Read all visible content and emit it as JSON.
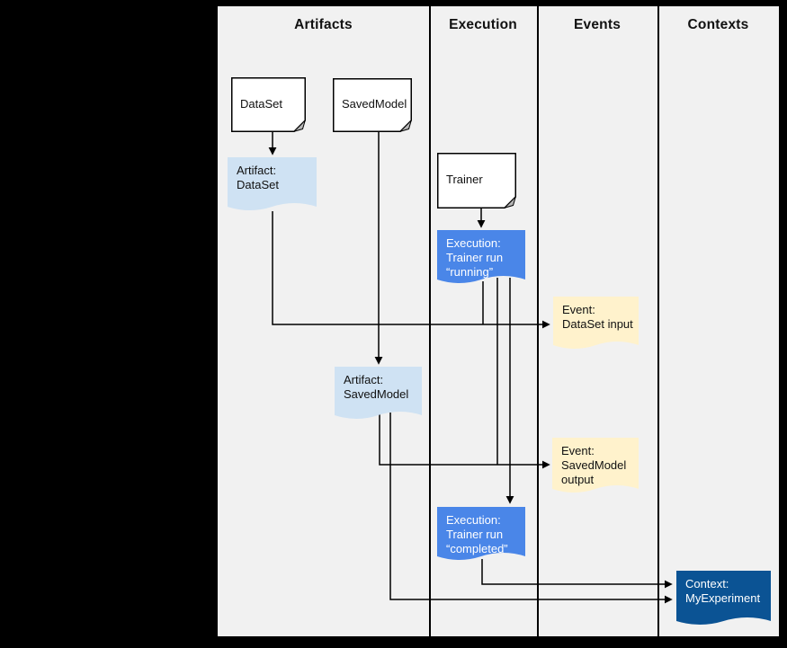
{
  "columns": [
    {
      "id": "artifacts",
      "label": "Artifacts"
    },
    {
      "id": "execution",
      "label": "Execution"
    },
    {
      "id": "events",
      "label": "Events"
    },
    {
      "id": "contexts",
      "label": "Contexts"
    }
  ],
  "nodes": {
    "dataset_box": {
      "label": "DataSet"
    },
    "savedmodel_box": {
      "label": "SavedModel"
    },
    "trainer_box": {
      "label": "Trainer"
    },
    "artifact_dataset": {
      "label": "Artifact:\nDataSet"
    },
    "artifact_savedmodel": {
      "label": "Artifact:\nSavedModel"
    },
    "execution_running": {
      "label": "Execution:\nTrainer run\n“running”"
    },
    "execution_completed": {
      "label": "Execution:\nTrainer run\n“completed”"
    },
    "event_dataset_input": {
      "label": "Event:\nDataSet input"
    },
    "event_savedmodel_output": {
      "label": "Event:\nSavedModel\noutput"
    },
    "context_myexperiment": {
      "label": "Context:\nMyExperiment"
    }
  },
  "colors": {
    "page_bg": "#000000",
    "canvas_bg": "#f1f1f1",
    "line": "#000000",
    "text_dark": "#111111",
    "text_light": "#ffffff",
    "document_fill": "#ffffff",
    "fold_fill": "#b7b7b7",
    "artifact_fill": "#cfe2f3",
    "execution_fill": "#4a86e8",
    "event_fill": "#fff2cc",
    "context_fill": "#0b5394"
  }
}
